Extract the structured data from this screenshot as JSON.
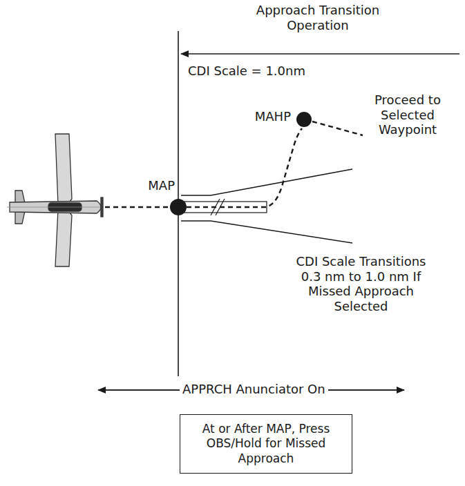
{
  "diagram": {
    "nodes": [
      {
        "text": [
          "At or After MAP, Press OBS/Hold for Missed Approach"
        ]
      }
    ],
    "labels": [
      "Approach Transition Operation",
      "CDI Scale = 1.0nm",
      "MAHP",
      "Proceed to Selected Waypoint",
      "MAP",
      "CDI Scale Transitions 0.3 nm to 1.0 nm If Missed Approach Selected",
      "APPRCH Anunciator On"
    ]
  }
}
